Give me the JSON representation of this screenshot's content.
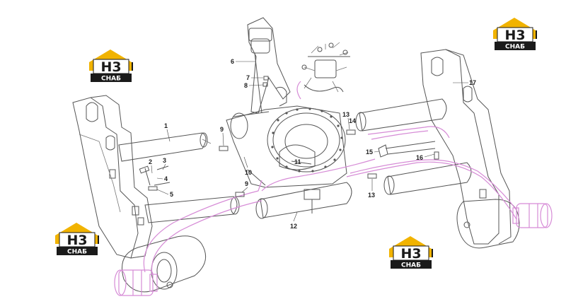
{
  "brand": {
    "mark": "H3",
    "name": "СНАБ",
    "colors": {
      "yellow": "#f1b300",
      "black": "#1a1a1a"
    }
  },
  "callouts": [
    {
      "id": "1",
      "label": "1"
    },
    {
      "id": "2",
      "label": "2"
    },
    {
      "id": "3",
      "label": "3"
    },
    {
      "id": "4",
      "label": "4"
    },
    {
      "id": "5",
      "label": "5"
    },
    {
      "id": "6",
      "label": "6"
    },
    {
      "id": "7",
      "label": "7"
    },
    {
      "id": "8",
      "label": "8"
    },
    {
      "id": "9a",
      "label": "9"
    },
    {
      "id": "9b",
      "label": "9"
    },
    {
      "id": "10",
      "label": "10"
    },
    {
      "id": "11",
      "label": "11"
    },
    {
      "id": "12",
      "label": "12"
    },
    {
      "id": "13a",
      "label": "13"
    },
    {
      "id": "13b",
      "label": "13"
    },
    {
      "id": "14",
      "label": "14"
    },
    {
      "id": "15",
      "label": "15"
    },
    {
      "id": "16",
      "label": "16"
    },
    {
      "id": "17",
      "label": "17"
    }
  ]
}
